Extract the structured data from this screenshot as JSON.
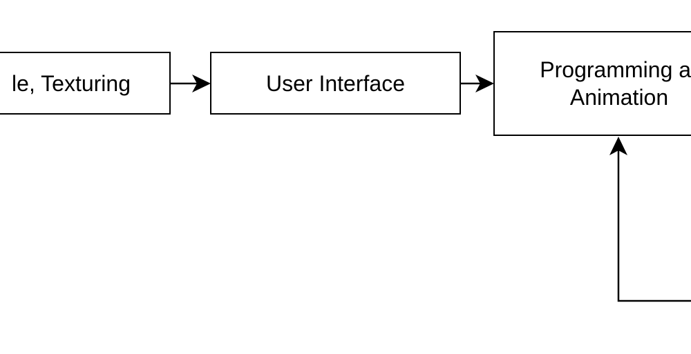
{
  "diagram": {
    "nodes": {
      "texturing": {
        "label": "le, Texturing"
      },
      "user_interface": {
        "label": "User Interface"
      },
      "programming": {
        "line1": "Programming ar",
        "line2": "Animation"
      }
    },
    "edges": [
      {
        "from": "texturing",
        "to": "user_interface"
      },
      {
        "from": "user_interface",
        "to": "programming"
      },
      {
        "from": "offscreen-right",
        "to": "programming"
      }
    ],
    "colors": {
      "stroke": "#000000",
      "fill": "#ffffff",
      "background": "#ffffff"
    }
  }
}
